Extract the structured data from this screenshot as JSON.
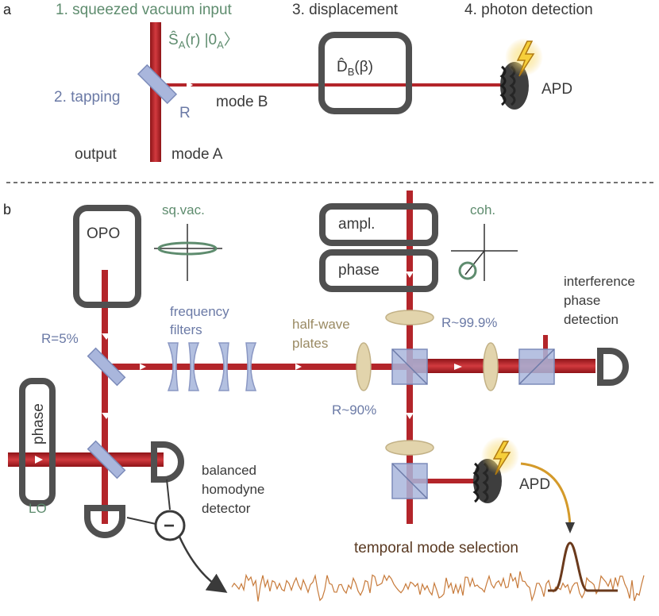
{
  "panel_a": {
    "letter": "a",
    "step1": "1. squeezed vacuum input",
    "step3": "3. displacement",
    "step4": "4. photon detection",
    "step2": "2. tapping",
    "input_state": "Ŝ_A(r) |0_A⟩",
    "displacement_op": "D̂_B(β)",
    "R": "R",
    "mode_b": "mode B",
    "output": "output",
    "mode_a": "mode A",
    "apd": "APD"
  },
  "panel_b": {
    "letter": "b",
    "opo": "OPO",
    "sq_vac": "sq.vac.",
    "ampl": "ampl.",
    "phase_top": "phase",
    "coh": "coh.",
    "interference": [
      "interference",
      "phase",
      "detection"
    ],
    "freq_filters": [
      "frequency",
      "filters"
    ],
    "half_wave": [
      "half-wave",
      "plates"
    ],
    "r_999": "R~99.9%",
    "r_5": "R=5%",
    "r_90": "R~90%",
    "phase_lo": "phase",
    "lo": "LO",
    "balanced": [
      "balanced",
      "homodyne",
      "detector"
    ],
    "minus": "−",
    "apd": "APD",
    "temporal": "temporal mode selection"
  },
  "colors": {
    "beam": "#b3252a",
    "box": "#505050",
    "optic_blue": "#9fb0d8",
    "plate_tan": "#d9cba3",
    "green_label": "#5e8c6e",
    "blue_label": "#6b7aa6",
    "trace": "#c77a3a",
    "arrow_gold": "#d49a2a"
  },
  "icons": [
    "lightning-icon",
    "apd-detector-icon",
    "photodiode-icon",
    "beamsplitter-icon",
    "lens-icon"
  ]
}
